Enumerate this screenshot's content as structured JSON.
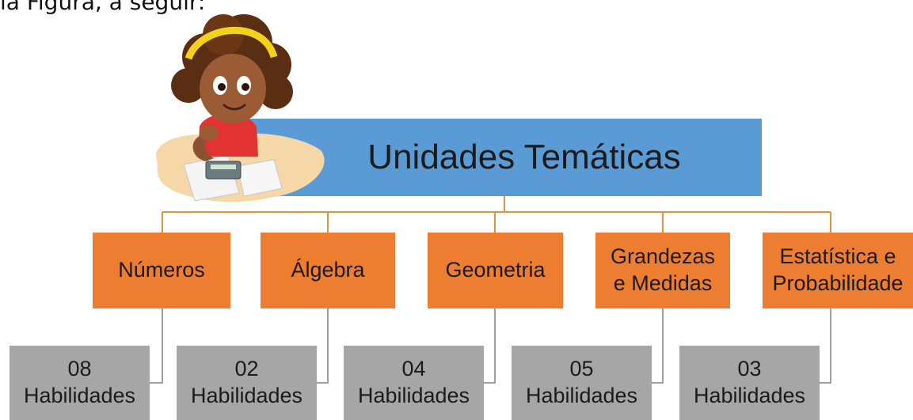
{
  "intro_text": "la Figura, a seguir:",
  "root": {
    "label": "Unidades Temáticas",
    "color": "#5b9bd5"
  },
  "category_color": "#ed7d31",
  "skills_color": "#a6a6a6",
  "connector_color": "#e2913f",
  "categories": [
    {
      "label": "Números",
      "skills": "08\nHabilidades"
    },
    {
      "label": "Álgebra",
      "skills": "02\nHabilidades"
    },
    {
      "label": "Geometria",
      "skills": "04\nHabilidades"
    },
    {
      "label": "Grandezas\ne Medidas",
      "skills": "05\nHabilidades"
    },
    {
      "label": "Estatística e\nProbabilidade",
      "skills": "03\nHabilidades"
    }
  ]
}
